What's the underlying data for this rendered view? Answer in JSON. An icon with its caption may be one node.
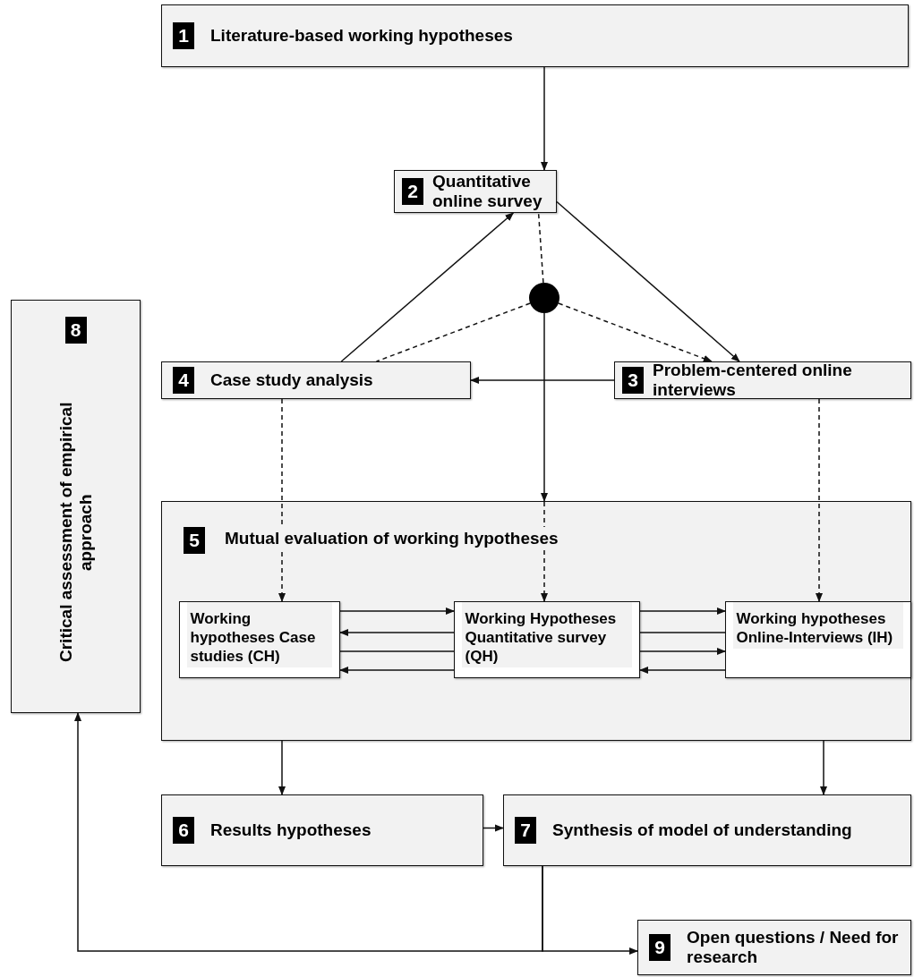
{
  "diagram": {
    "nodes": [
      {
        "text": [
          "1",
          "Literature-based working hypotheses"
        ]
      },
      {
        "text": [
          "2",
          "Quantitative online survey"
        ]
      },
      {
        "text": [],
        "shape": "circle"
      },
      {
        "text": [
          "4",
          "Case study analysis"
        ]
      },
      {
        "text": [
          "3",
          "Problem-centered online interviews"
        ]
      },
      {
        "text": [
          "5",
          "Mutual evaluation of working hypotheses"
        ]
      },
      {
        "text": [
          "Working hypotheses Case studies (CH)"
        ],
        "in": 5
      },
      {
        "text": [
          "Working Hypotheses Quantitative survey (QH)"
        ],
        "in": 5
      },
      {
        "text": [
          "Working hypotheses Online-Interviews (IH)"
        ],
        "in": 5
      },
      {
        "text": [
          "8",
          "Critical assessment of empirical approach"
        ]
      },
      {
        "text": [
          "6",
          "Results hypotheses"
        ]
      },
      {
        "text": [
          "7",
          "Synthesis of model of understanding"
        ]
      },
      {
        "text": [
          "9",
          "Open questions / Need for research"
        ]
      }
    ],
    "edges": [
      {
        "from": 0,
        "to": 1,
        "arrow": "to"
      },
      {
        "from": 3,
        "to": 1,
        "arrow": "to"
      },
      {
        "from": 1,
        "to": 4,
        "arrow": "to"
      },
      {
        "from": 2,
        "to": 1,
        "arrow": "none",
        "style": "dashed"
      },
      {
        "from": 2,
        "to": 3,
        "arrow": "none",
        "style": "dashed"
      },
      {
        "from": 2,
        "to": 4,
        "arrow": "to",
        "style": "dashed"
      },
      {
        "from": 2,
        "to": 5,
        "arrow": "to"
      },
      {
        "from": 4,
        "to": 3,
        "arrow": "to"
      },
      {
        "from": 3,
        "to": 6,
        "arrow": "to",
        "style": "dashed"
      },
      {
        "from": 5,
        "to": 7,
        "arrow": "to",
        "style": "dashed"
      },
      {
        "from": 4,
        "to": 8,
        "arrow": "to",
        "style": "dashed"
      },
      {
        "from": 6,
        "to": 7,
        "arrow": "to"
      },
      {
        "from": 7,
        "to": 6,
        "arrow": "to"
      },
      {
        "from": 6,
        "to": 7,
        "arrow": "none"
      },
      {
        "from": 7,
        "to": 6,
        "arrow": "to"
      },
      {
        "from": 7,
        "to": 8,
        "arrow": "to"
      },
      {
        "from": 7,
        "to": 8,
        "arrow": "none"
      },
      {
        "from": 7,
        "to": 8,
        "arrow": "to"
      },
      {
        "from": 8,
        "to": 7,
        "arrow": "to"
      },
      {
        "from": 5,
        "to": 10,
        "arrow": "to"
      },
      {
        "from": 5,
        "to": 11,
        "arrow": "to"
      },
      {
        "from": 10,
        "to": 11,
        "arrow": "to"
      },
      {
        "from": 11,
        "to": 12,
        "arrow": "to"
      },
      {
        "from": 11,
        "to": 9,
        "arrow": "to"
      }
    ]
  }
}
